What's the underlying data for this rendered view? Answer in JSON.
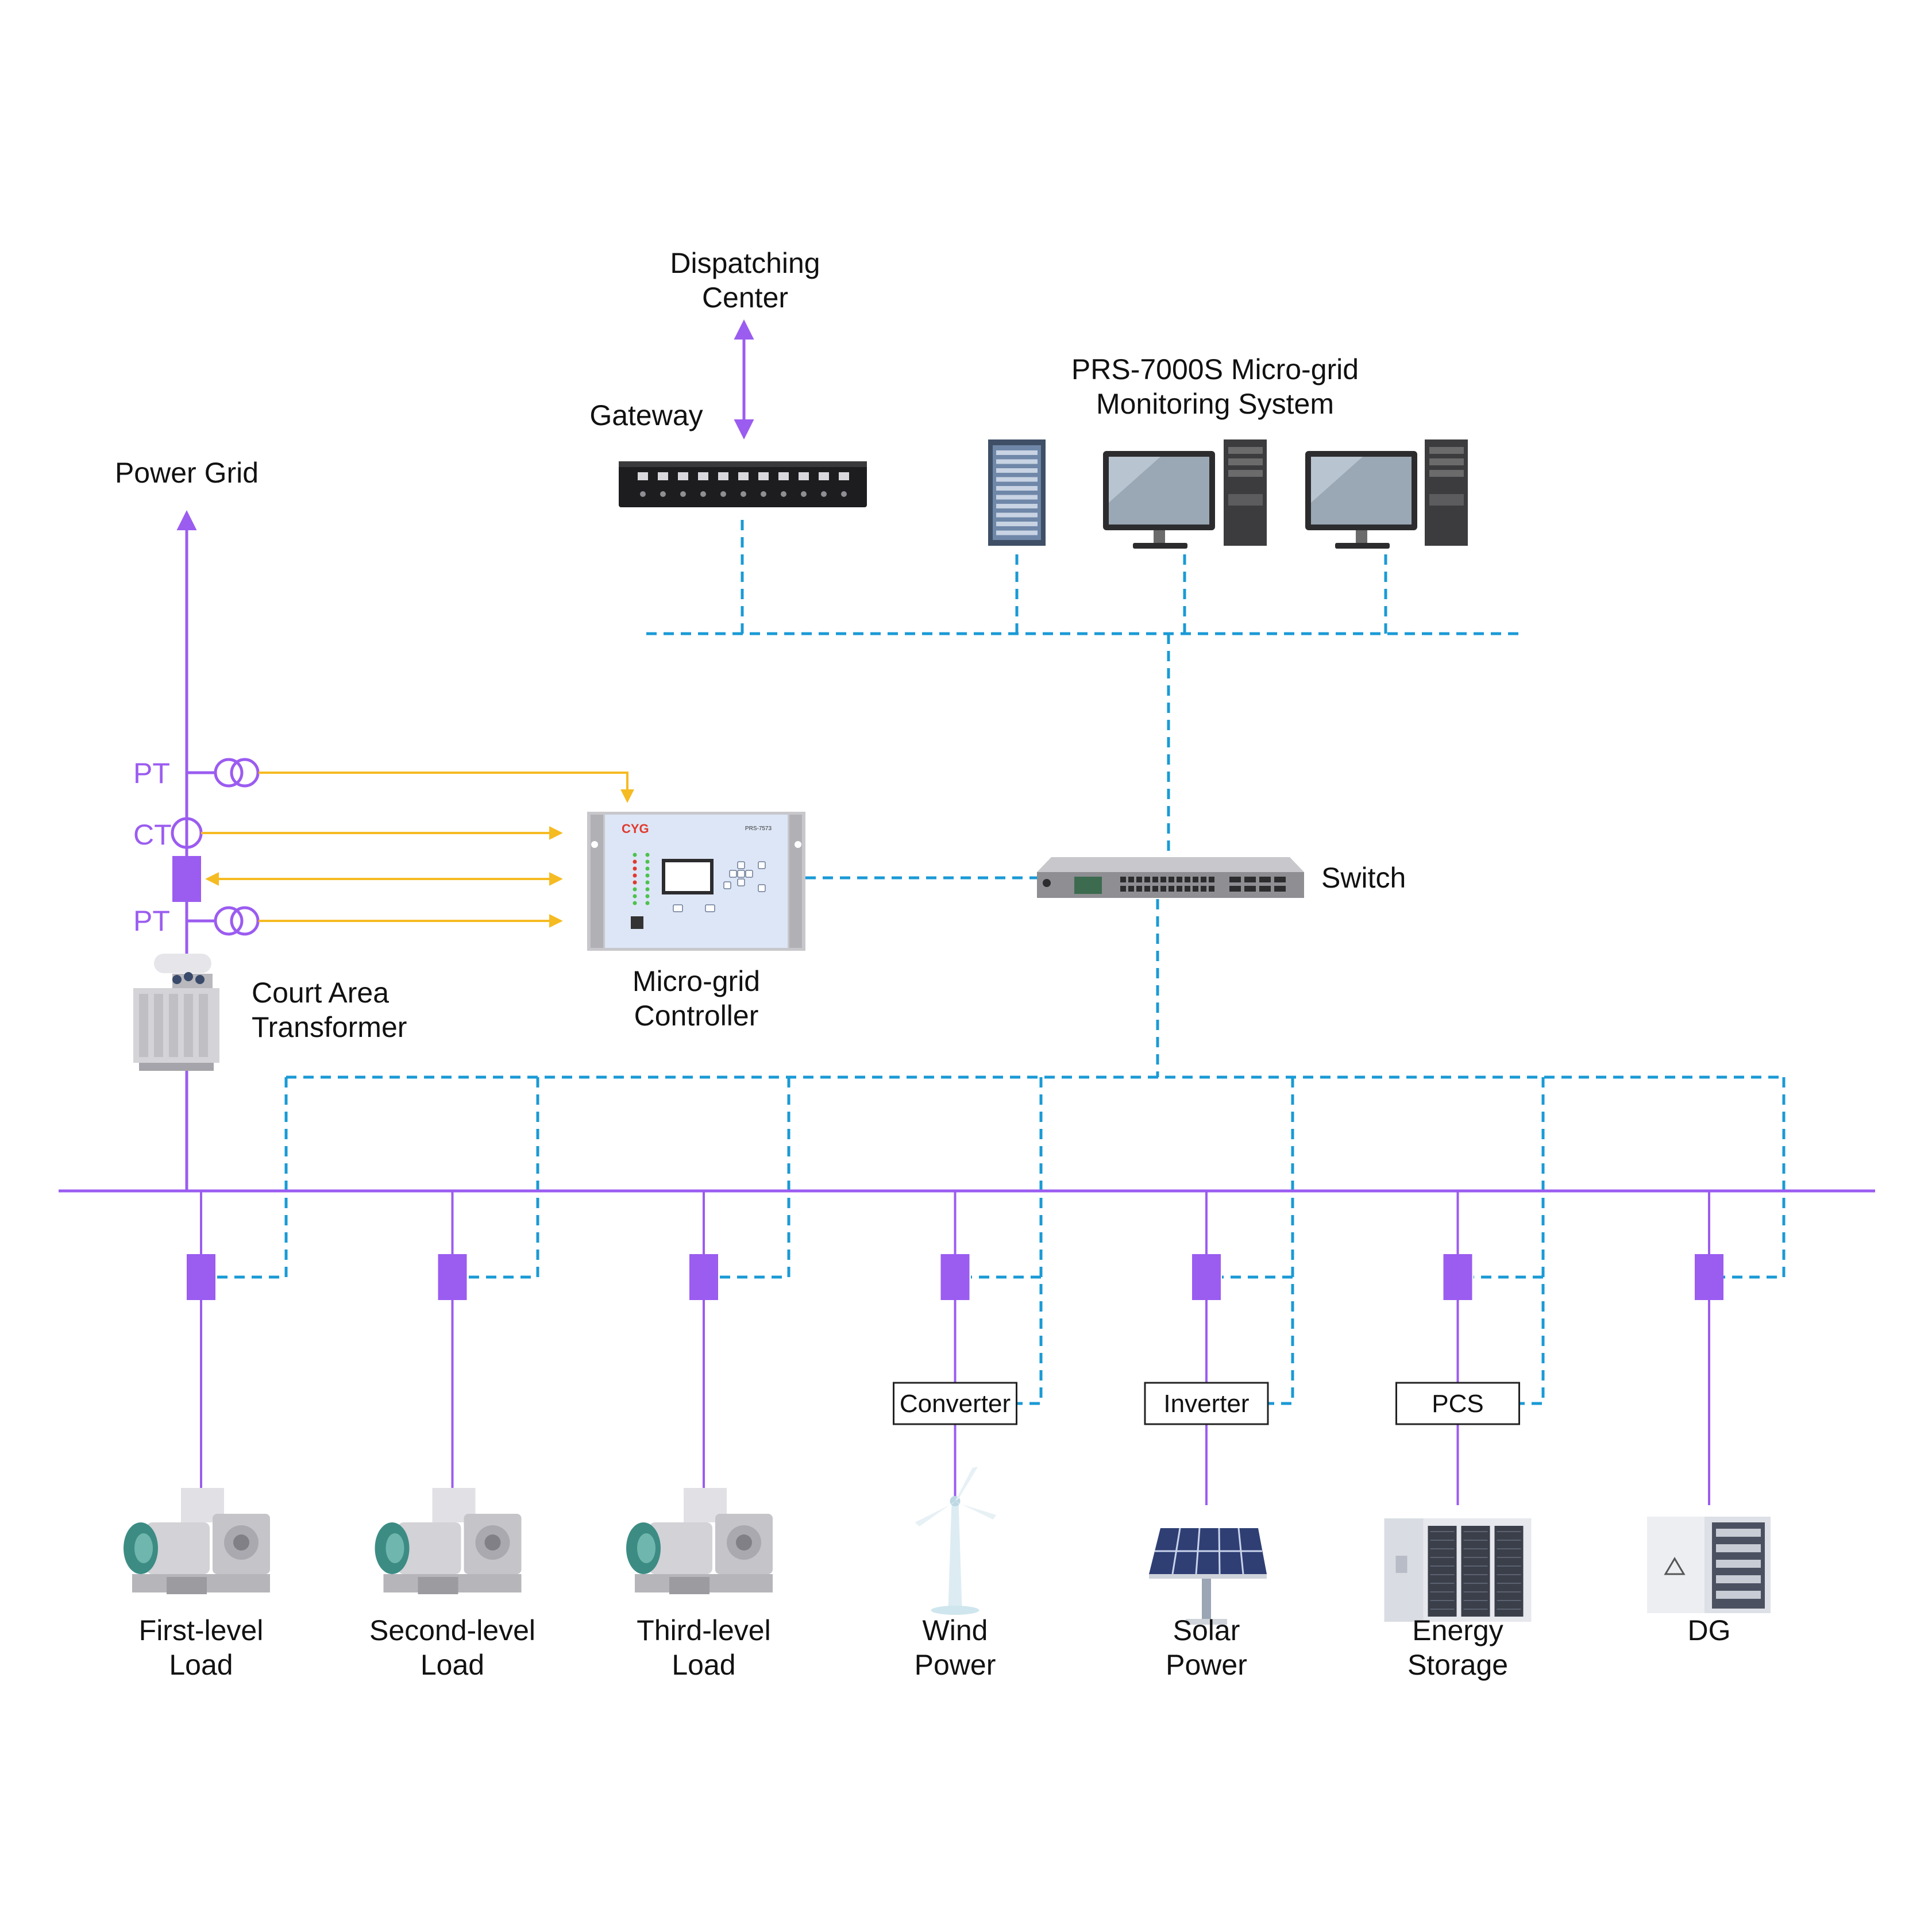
{
  "colors": {
    "power": "#9b5cf0",
    "comm": "#1a9ad6",
    "signal": "#f5bb22",
    "breaker": "#9b5cf0",
    "text": "#111111"
  },
  "top": {
    "dispatching_center": [
      "Dispatching",
      "Center"
    ],
    "gateway": "Gateway",
    "monitoring_system": [
      "PRS-7000S Micro-grid",
      "Monitoring System"
    ],
    "power_grid": "Power Grid",
    "switch": "Switch"
  },
  "measurement": {
    "pt_upper": "PT",
    "ct": "CT",
    "pt_lower": "PT",
    "transformer": [
      "Court Area",
      "Transformer"
    ]
  },
  "controller": {
    "name": [
      "Micro-grid",
      "Controller"
    ],
    "brand": "CYG",
    "model": "PRS-7573"
  },
  "feeders": [
    {
      "id": "first-level-load",
      "label": [
        "First-level",
        "Load"
      ],
      "device": "motor-load",
      "converter": ""
    },
    {
      "id": "second-level-load",
      "label": [
        "Second-level",
        "Load"
      ],
      "device": "motor-load",
      "converter": ""
    },
    {
      "id": "third-level-load",
      "label": [
        "Third-level",
        "Load"
      ],
      "device": "motor-load",
      "converter": ""
    },
    {
      "id": "wind-power",
      "label": [
        "Wind",
        "Power"
      ],
      "device": "wind-turbine",
      "converter": "Converter"
    },
    {
      "id": "solar-power",
      "label": [
        "Solar",
        "Power"
      ],
      "device": "solar-panel",
      "converter": "Inverter"
    },
    {
      "id": "energy-storage",
      "label": [
        "Energy",
        "Storage"
      ],
      "device": "battery-cabinet",
      "converter": "PCS"
    },
    {
      "id": "dg",
      "label": [
        "DG"
      ],
      "device": "dg-cabinet",
      "converter": ""
    }
  ]
}
